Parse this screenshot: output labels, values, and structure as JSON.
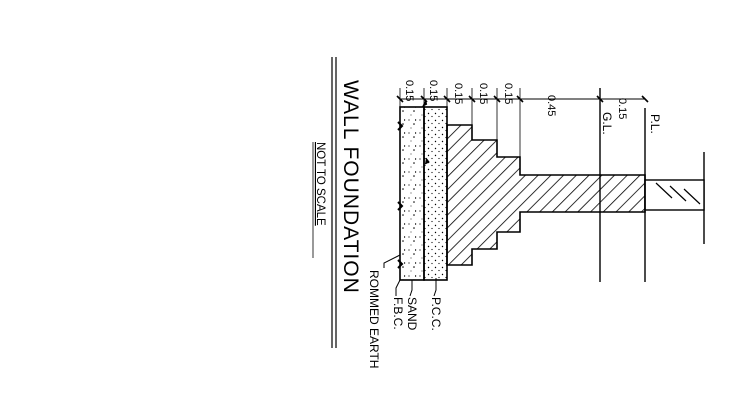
{
  "title": "WALL FOUNDATION",
  "subtitle": "NOT TO SCALE",
  "layers": {
    "pcc": "P.C.C.",
    "sand": "SAND",
    "fbc": "F.B.C.",
    "rammed_earth": "ROMMED EARTH"
  },
  "levels": {
    "plinth": "P.L.",
    "ground": "G.L."
  },
  "dimensions": [
    "0.15",
    "0.15",
    "0.15",
    "0.15",
    "0.15",
    "0.45",
    "0.15"
  ]
}
